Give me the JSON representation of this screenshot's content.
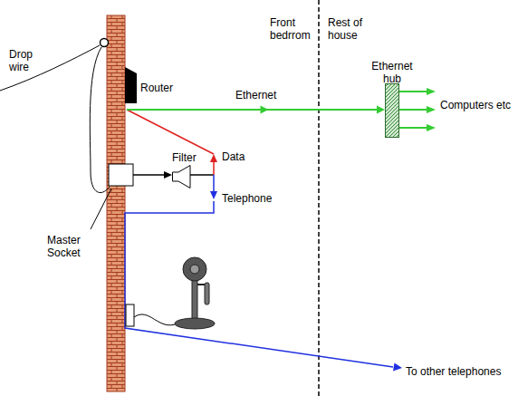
{
  "diagram": {
    "nodes": [
      {
        "text": [
          "Router"
        ]
      },
      {
        "text": [
          "Ethernet hub"
        ]
      },
      {
        "text": [
          "Filter"
        ]
      }
    ],
    "edges": [
      {
        "from": 0,
        "to": 1,
        "arrow": "to",
        "label": "Ethernet"
      }
    ],
    "labels": [
      "Drop wire",
      "Front bedrrom",
      "Rest of house",
      "Computers etc",
      "Data",
      "Telephone",
      "Master Socket",
      "To other telephones"
    ]
  }
}
